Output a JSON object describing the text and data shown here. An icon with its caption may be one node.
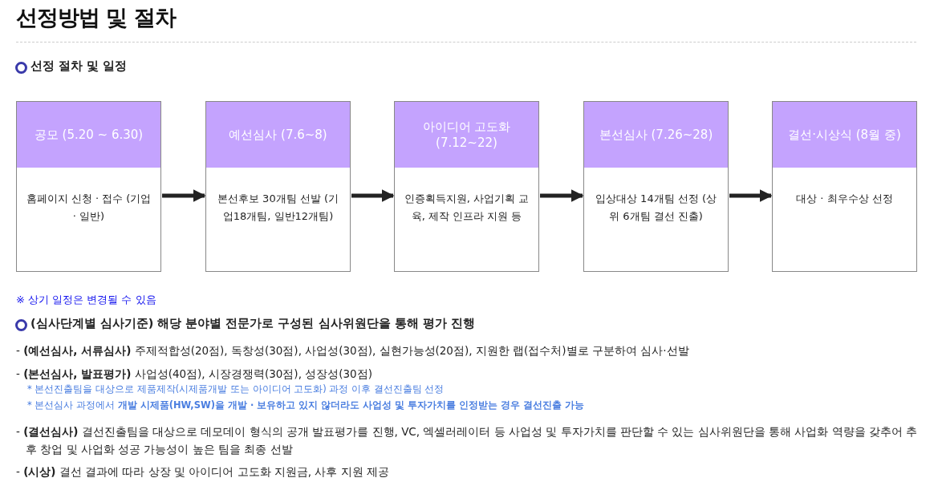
{
  "diagram": {
    "title": "선정방법 및 절차",
    "nodes": [
      {
        "text": [
          "공모 (5.20 ~ 6.30)",
          "홈페이지 신청 · 접수 (기업 · 일반)"
        ]
      },
      {
        "text": [
          "예선심사 (7.6~8)",
          "본선후보 30개팀 선발 (기업18개팀, 일반12개팀)"
        ]
      },
      {
        "text": [
          "아이디어 고도화 (7.12~22)",
          "인증획득지원, 사업기획 교육, 제작 인프라 지원 등"
        ]
      },
      {
        "text": [
          "본선심사 (7.26~28)",
          "입상대상 14개팀 선정 (상위 6개팀 결선 진출)"
        ]
      },
      {
        "text": [
          "결선·시상식 (8월 중)",
          "대상 · 최우수상 선정"
        ]
      }
    ],
    "edges": [
      {
        "from": 0,
        "to": 1,
        "arrow": "to"
      },
      {
        "from": 1,
        "to": 2,
        "arrow": "to"
      },
      {
        "from": 2,
        "to": 3,
        "arrow": "to"
      },
      {
        "from": 3,
        "to": 4,
        "arrow": "to"
      }
    ],
    "labels": [
      "선정 절차 및 일정",
      "※ 상기 일정은 변경될 수 있음",
      "(심사단계별 심사기준) 해당 분야별 전문가로 구성된 심사위원단을 통해 평가 진행",
      "- **(예선심사, 서류심사)** 주제적합성(20점), 독창성(30점), 사업성(30점), 실현가능성(20점), 지원한 랩(접수처)별로 구분하여 심사·선발",
      "- **(본선심사, 발표평가)** 사업성(40점), 시장경쟁력(30점), 성장성(30점)",
      "* 본선진출팀을 대상으로 제품제작(시제품개발 또는 아이디어 고도화) 과정 이후 결선진출팀 선정",
      "* 본선심사 과정에서 **개발 시제품(HW,SW)을 개발 · 보유하고 있지 않더라도 사업성 및 투자가치를 인정받는 경우 결선진출 가능**",
      "- **(결선심사)** 결선진출팀을 대상으로 데모데이 형식의 공개 발표평가를 진행, VC, 엑셀러레이터 등 사업성 및 투자가치를 판단할 수 있는 심사위원단을 통해 사업화 역량을 갖추어 추후 창업 및 사업화 성공 가능성이 높은 팀을 최종 선발",
      "- **(시상)** 결선 결과에 따라 상장 및 아이디어 고도화 지원금, 사후 지원 제공"
    ]
  }
}
